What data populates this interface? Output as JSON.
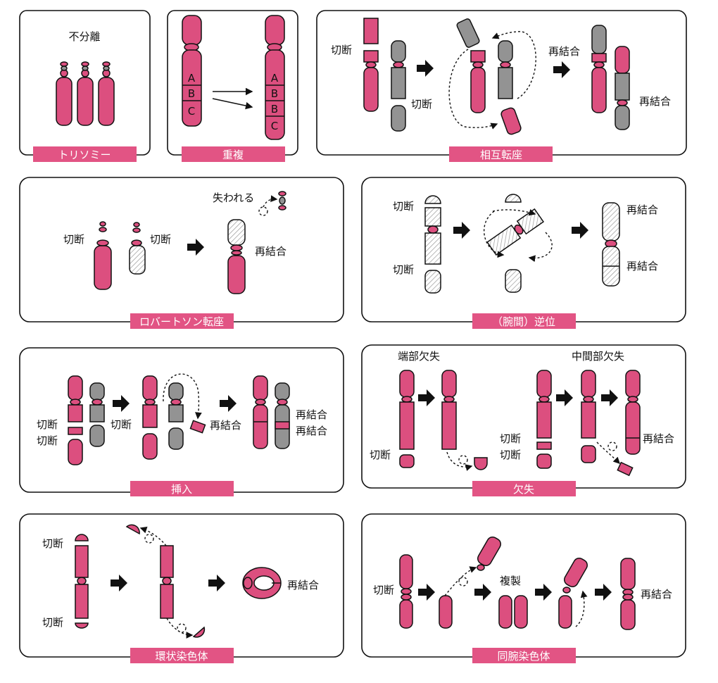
{
  "colors": {
    "pink": "#dc4f7f",
    "caption_bar": "#e25484",
    "gray": "#939393"
  },
  "panels": {
    "trisomy": {
      "caption": "トリソミー",
      "title": "不分離"
    },
    "duplication": {
      "caption": "重複",
      "band_a": "A",
      "band_b": "B",
      "band_c": "C"
    },
    "reciprocal": {
      "caption": "相互転座",
      "break1": "切断",
      "break2": "切断",
      "rejoin1": "再結合",
      "rejoin2": "再結合"
    },
    "robertsonian": {
      "caption": "ロバートソン転座",
      "break1": "切断",
      "break2": "切断",
      "lost": "失われる",
      "rejoin": "再結合"
    },
    "inversion": {
      "caption": "（腕間）逆位",
      "break1": "切断",
      "break2": "切断",
      "rejoin1": "再結合",
      "rejoin2": "再結合"
    },
    "insertion": {
      "caption": "挿入",
      "break1": "切断",
      "break2": "切断",
      "break3": "切断",
      "rejoin_mid": "再結合",
      "rejoin1": "再結合",
      "rejoin2": "再結合"
    },
    "deletion": {
      "caption": "欠失",
      "terminal": "端部欠失",
      "interstitial": "中間部欠失",
      "break1": "切断",
      "break2": "切断",
      "break3": "切断",
      "rejoin": "再結合"
    },
    "ring": {
      "caption": "環状染色体",
      "break1": "切断",
      "break2": "切断",
      "rejoin": "再結合"
    },
    "isochromosome": {
      "caption": "同腕染色体",
      "break": "切断",
      "replicate": "複製",
      "rejoin": "再結合"
    }
  }
}
